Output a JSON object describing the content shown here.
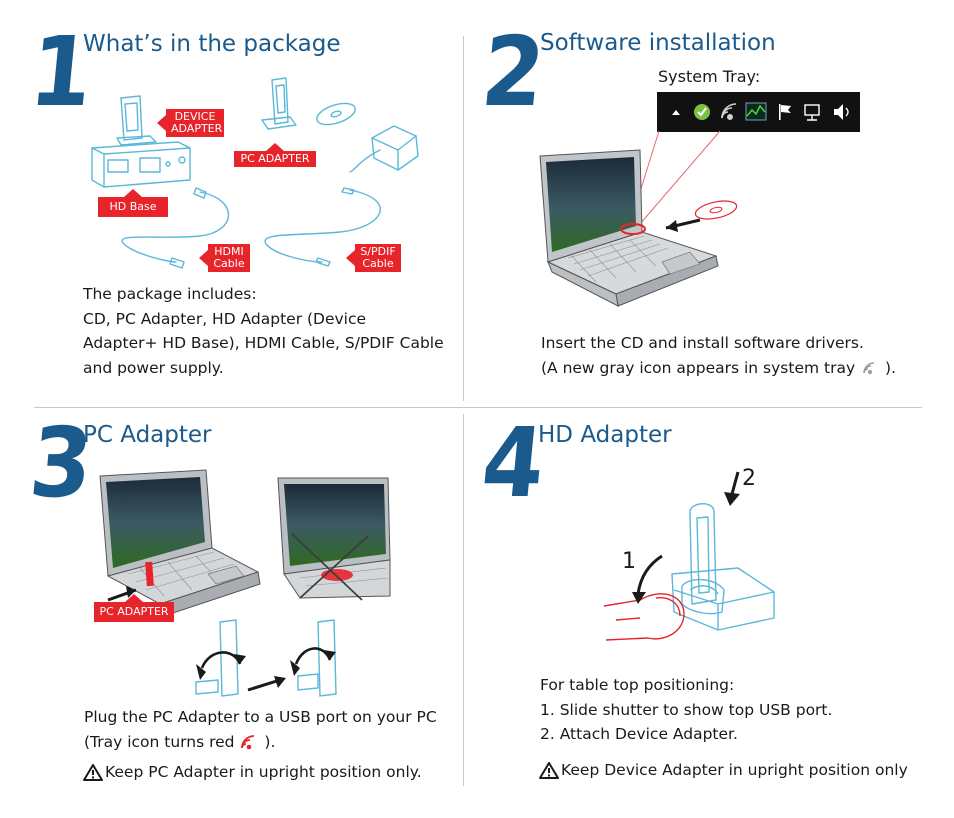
{
  "colors": {
    "accent": "#1a5a8c",
    "label_red": "#e8242b",
    "line": "#5bb8d8"
  },
  "step1": {
    "number": "1",
    "title": "What’s in the package",
    "labels": {
      "device_adapter": "DEVICE ADAPTER",
      "pc_adapter": "PC ADAPTER",
      "hd_base": "HD Base",
      "hdmi_cable": "HDMI Cable",
      "spdif_cable": "S/PDIF Cable"
    },
    "lines": [
      "The package includes:",
      "CD, PC Adapter, HD Adapter (Device",
      "Adapter+ HD Base), HDMI Cable, S/PDIF Cable",
      "and power supply."
    ]
  },
  "step2": {
    "number": "2",
    "title": "Software installation",
    "tray_label": "System Tray:",
    "tray_icons": [
      "chevron-up-icon",
      "shield-check-icon",
      "wireless-gray-icon",
      "monitor-graph-icon",
      "flag-icon",
      "network-icon",
      "speaker-icon"
    ],
    "lines": [
      "Insert the CD and install software drivers.",
      "(A new gray icon appears in system tray",
      ")."
    ]
  },
  "step3": {
    "number": "3",
    "title": "PC Adapter",
    "labels": {
      "pc_adapter": "PC ADAPTER"
    },
    "lines": [
      "Plug the PC Adapter to a USB port on your PC",
      "(Tray icon turns red",
      ")."
    ],
    "warning": "Keep PC Adapter in upright position only."
  },
  "step4": {
    "number": "4",
    "title": "HD Adapter",
    "callouts": {
      "one": "1",
      "two": "2"
    },
    "lines": [
      "For table top positioning:",
      "1. Slide shutter to show top USB port.",
      "2. Attach Device Adapter."
    ],
    "warning": "Keep Device Adapter in upright position only"
  }
}
